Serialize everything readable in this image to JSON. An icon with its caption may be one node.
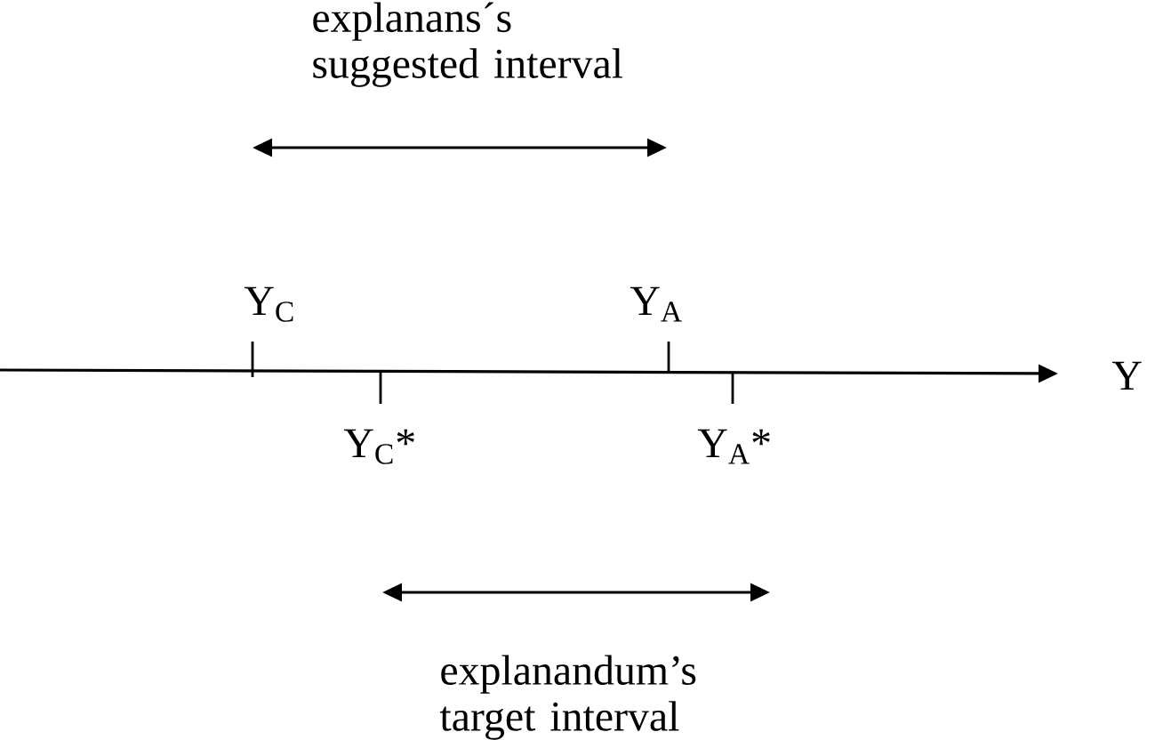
{
  "diagram": {
    "labels": [
      "explanans´s suggested interval",
      "Y$_{C}$",
      "Y$_{A}$",
      "Y",
      "Y$_{C}$*",
      "Y$_{A}$*",
      "explanandum’s target interval"
    ]
  }
}
